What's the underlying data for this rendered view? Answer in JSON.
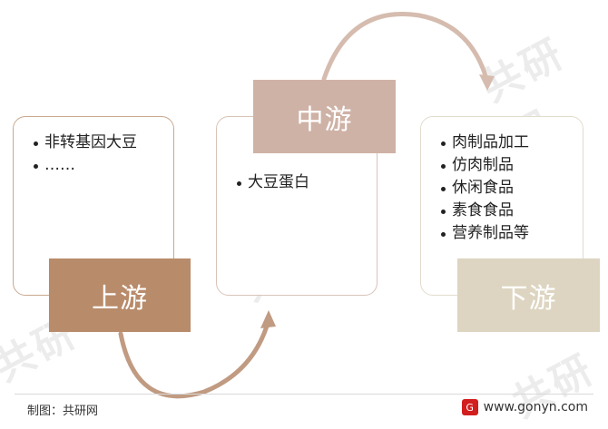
{
  "stages": {
    "upstream": {
      "label": "上游",
      "items": [
        "非转基因大豆",
        "……"
      ]
    },
    "midstream": {
      "label": "中游",
      "items": [
        "大豆蛋白"
      ]
    },
    "downstream": {
      "label": "下游",
      "items": [
        "肉制品加工",
        "仿肉制品",
        "休闲食品",
        "素食食品",
        "营养制品等"
      ]
    }
  },
  "footer": {
    "credit": "制图：共研网",
    "site": "www.gonyn.com"
  },
  "colors": {
    "upstream_fill": "#b88b6a",
    "upstream_border": "#c9a88e",
    "midstream_fill": "#cfb2a6",
    "midstream_border": "#d8c3b9",
    "downstream_fill": "#ddd5c1",
    "downstream_border": "#e2dccd",
    "arrow": "#c09b82",
    "arrow_light": "#d5bcaf"
  }
}
